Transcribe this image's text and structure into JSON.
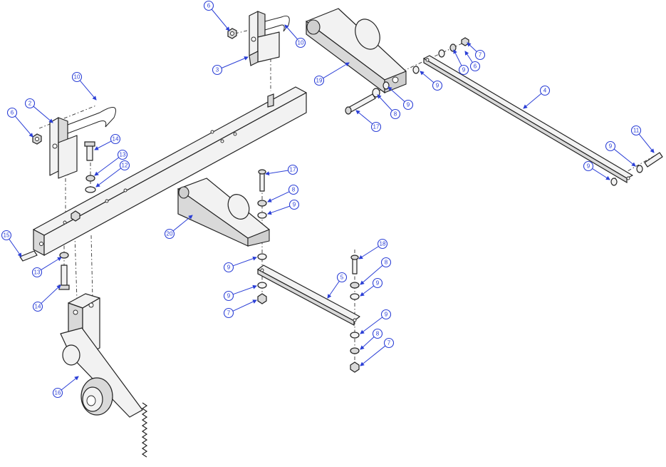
{
  "balloons": [
    {
      "label": "6"
    },
    {
      "label": "3"
    },
    {
      "label": "10"
    },
    {
      "label": "19"
    },
    {
      "label": "7"
    },
    {
      "label": "9"
    },
    {
      "label": "6"
    },
    {
      "label": "9"
    },
    {
      "label": "9"
    },
    {
      "label": "8"
    },
    {
      "label": "17"
    },
    {
      "label": "4"
    },
    {
      "label": "11"
    },
    {
      "label": "9"
    },
    {
      "label": "9"
    },
    {
      "label": "10"
    },
    {
      "label": "2"
    },
    {
      "label": "6"
    },
    {
      "label": "14"
    },
    {
      "label": "13"
    },
    {
      "label": "12"
    },
    {
      "label": "15"
    },
    {
      "label": "13"
    },
    {
      "label": "14"
    },
    {
      "label": "20"
    },
    {
      "label": "17"
    },
    {
      "label": "8"
    },
    {
      "label": "9"
    },
    {
      "label": "9"
    },
    {
      "label": "9"
    },
    {
      "label": "7"
    },
    {
      "label": "5"
    },
    {
      "label": "18"
    },
    {
      "label": "8"
    },
    {
      "label": "9"
    },
    {
      "label": "9"
    },
    {
      "label": "8"
    },
    {
      "label": "7"
    },
    {
      "label": "16"
    }
  ]
}
